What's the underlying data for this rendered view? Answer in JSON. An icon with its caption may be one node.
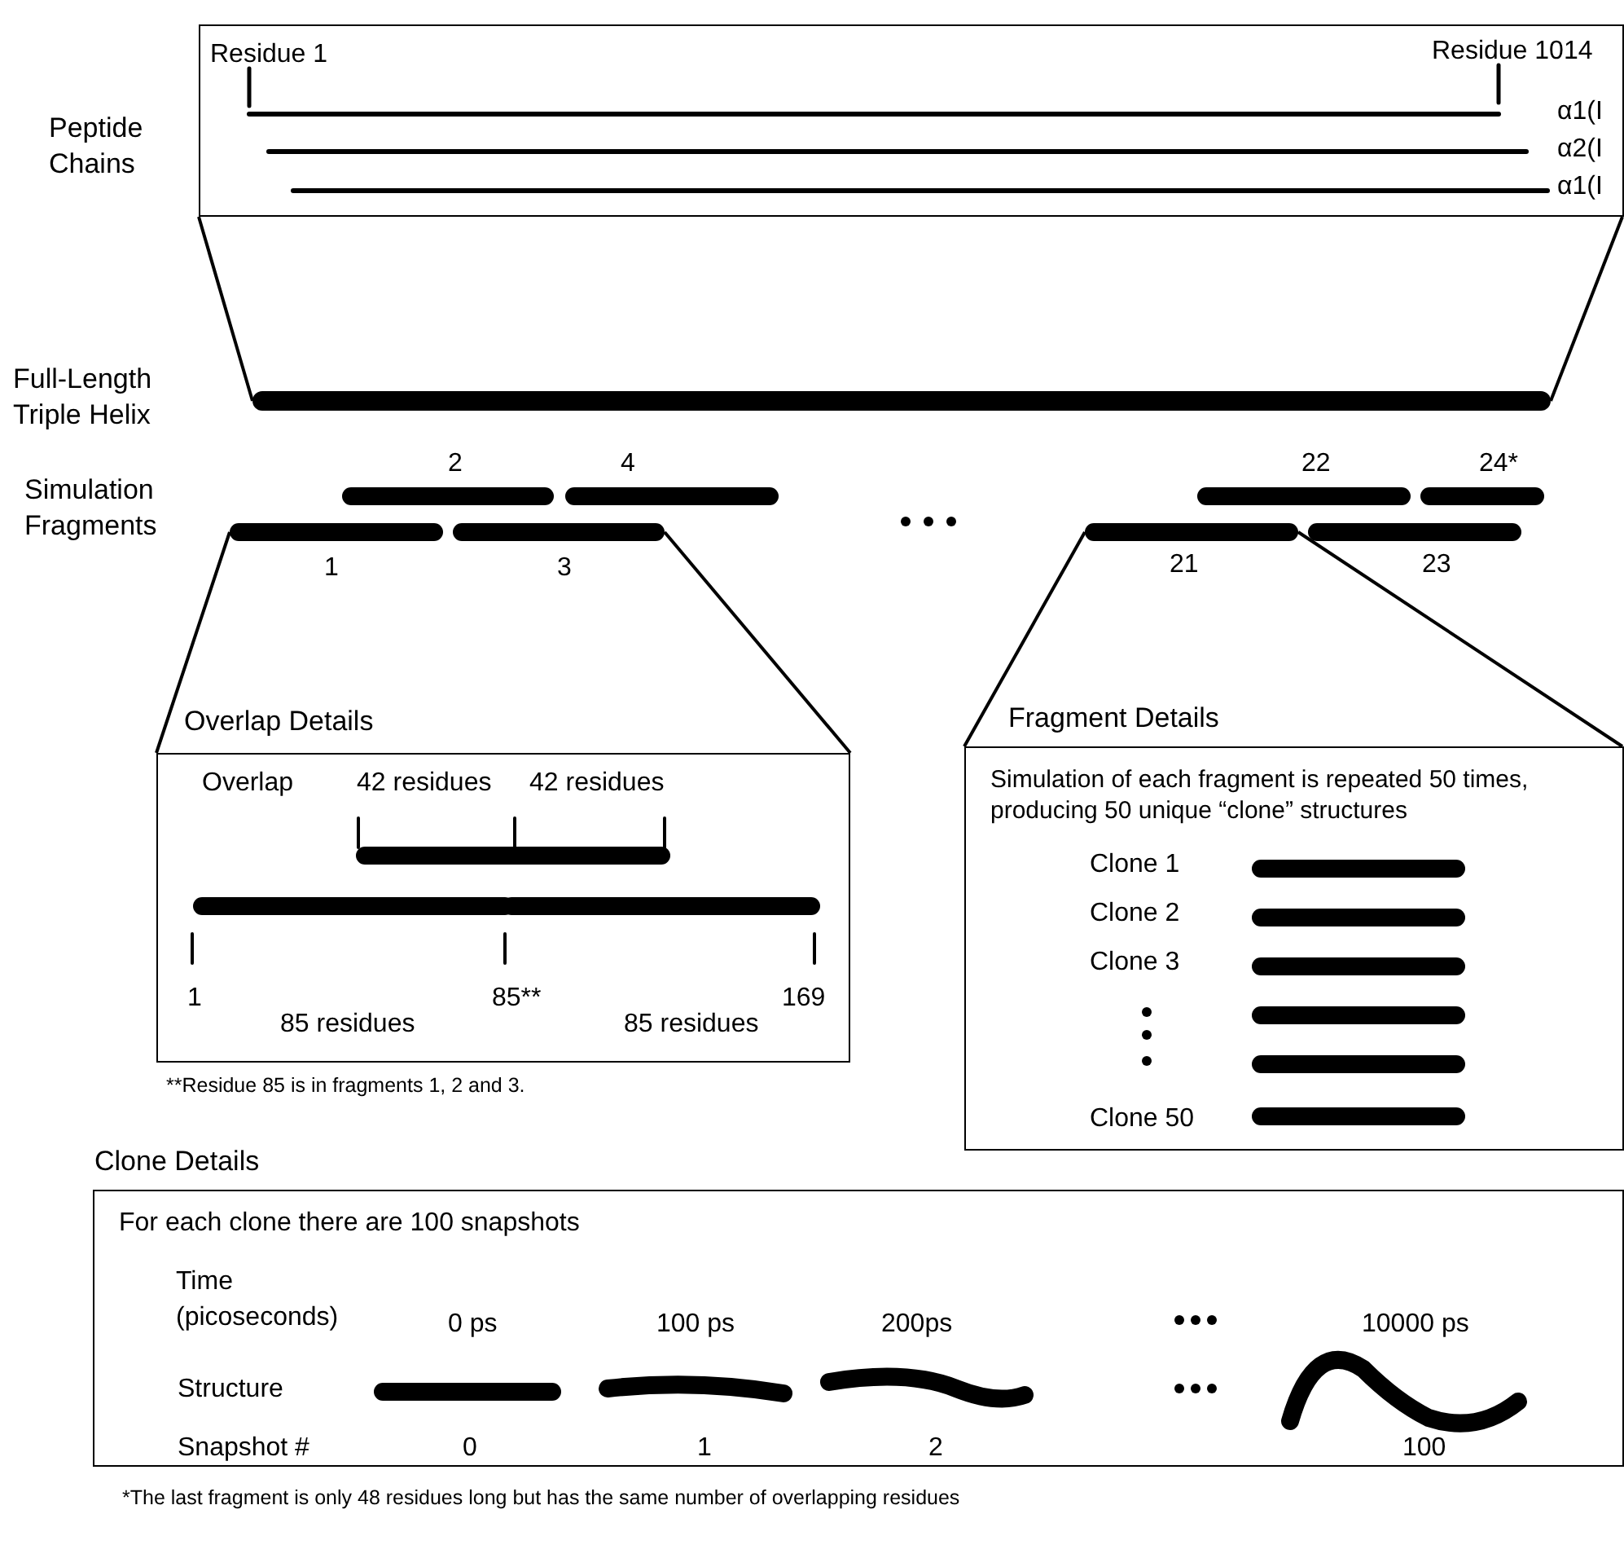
{
  "diagram": {
    "nodes": [
      {
        "text": [
          "Residue 1",
          "Residue 1014",
          "α1(I",
          "α2(I",
          "α1(I"
        ]
      },
      {
        "text": [],
        "shape": "bar"
      },
      {
        "text": [
          "1"
        ]
      },
      {
        "text": [
          "2"
        ]
      },
      {
        "text": [
          "3"
        ]
      },
      {
        "text": [
          "4"
        ]
      },
      {
        "text": [
          "21"
        ]
      },
      {
        "text": [
          "22"
        ]
      },
      {
        "text": [
          "23"
        ]
      },
      {
        "text": [
          "24*"
        ]
      },
      {
        "text": [
          "Overlap Details",
          "Overlap",
          "42 residues",
          "42 residues",
          "1",
          "85**",
          "169",
          "85 residues",
          "85 residues"
        ],
        "beside": [
          "**Residue 85 is in fragments 1, 2 and 3."
        ]
      },
      {
        "text": [
          "Fragment Details",
          "Simulation of each fragment is repeated 50 times, producing 50 unique “clone” structures",
          "Clone 1",
          "Clone 2",
          "Clone 3",
          "Clone 50"
        ]
      },
      {
        "text": [
          "Clone Details",
          "For each clone there are 100 snapshots",
          "Time (picoseconds)",
          "0 ps",
          "100 ps",
          "200ps",
          "10000 ps",
          "Structure",
          "Snapshot #",
          "0",
          "1",
          "2",
          "100"
        ]
      }
    ],
    "edges": [
      {
        "from": 0,
        "to": 1,
        "arrow": "none"
      },
      {
        "from": 0,
        "to": 1,
        "arrow": "none"
      },
      {
        "from": 2,
        "to": 10,
        "arrow": "none"
      },
      {
        "from": 4,
        "to": 10,
        "arrow": "none"
      },
      {
        "from": 6,
        "to": 11,
        "arrow": "none"
      },
      {
        "from": 6,
        "to": 11,
        "arrow": "none"
      }
    ],
    "labels": [
      "Peptide Chains",
      "Full-Length Triple Helix",
      "Simulation Fragments",
      "*The last fragment is only 48 residues long but  has the same number of overlapping residues"
    ]
  }
}
